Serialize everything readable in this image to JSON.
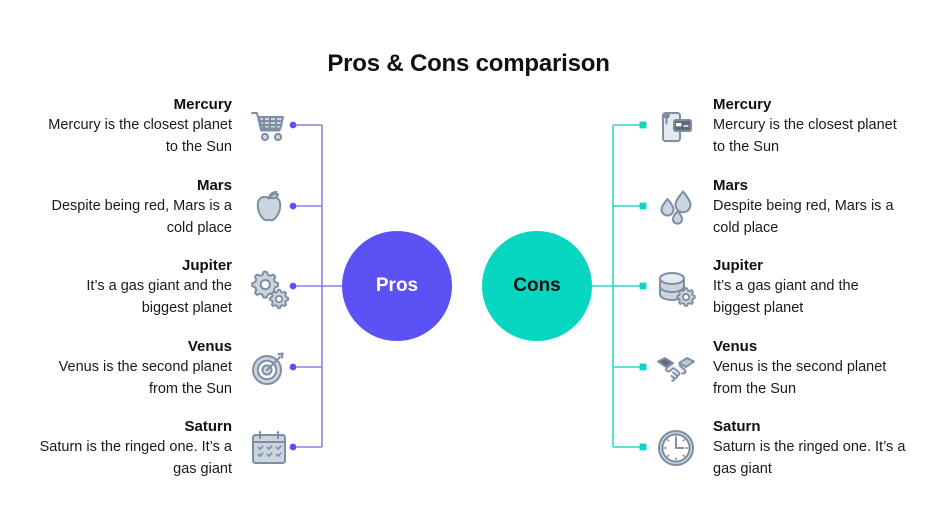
{
  "title": "Pros & Cons comparison",
  "colors": {
    "pros": "#5b51f5",
    "cons": "#07d7c0",
    "pros_line": "#8b84e8",
    "cons_line": "#2fd6c6",
    "icon": "#7e8fa3",
    "background": "#ffffff"
  },
  "hubs": {
    "pros": {
      "label": "Pros"
    },
    "cons": {
      "label": "Cons"
    }
  },
  "left_column": {
    "items": [
      {
        "heading": "Mercury",
        "body": "Mercury is the closest planet to the Sun",
        "icon": "shopping-cart-icon"
      },
      {
        "heading": "Mars",
        "body": "Despite being red, Mars is a cold place",
        "icon": "apple-icon"
      },
      {
        "heading": "Jupiter",
        "body": "It’s a gas giant and the biggest planet",
        "icon": "gears-icon"
      },
      {
        "heading": "Venus",
        "body": "Venus is the second planet from the Sun",
        "icon": "target-icon"
      },
      {
        "heading": "Saturn",
        "body": "Saturn is the ringed one. It’s a gas giant",
        "icon": "calendar-checklist-icon"
      }
    ]
  },
  "right_column": {
    "items": [
      {
        "heading": "Mercury",
        "body": "Mercury is the closest planet to the Sun",
        "icon": "mobile-payment-icon"
      },
      {
        "heading": "Mars",
        "body": "Despite being red, Mars is a cold place",
        "icon": "water-drops-icon"
      },
      {
        "heading": "Jupiter",
        "body": "It’s a gas giant and the biggest planet",
        "icon": "database-gear-icon"
      },
      {
        "heading": "Venus",
        "body": "Venus is the second planet from the Sun",
        "icon": "handshake-icon"
      },
      {
        "heading": "Saturn",
        "body": "Saturn is the ringed one. It’s a gas giant",
        "icon": "clock-icon"
      }
    ]
  }
}
